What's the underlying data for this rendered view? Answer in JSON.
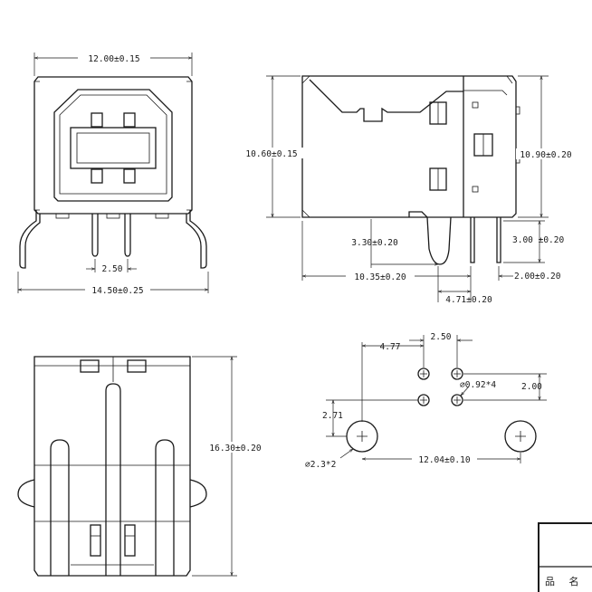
{
  "front_view": {
    "width_top": "12.00±0.15",
    "pin_pitch": "2.50",
    "width_bottom": "14.50±0.25"
  },
  "side_view": {
    "height_left": "10.60±0.15",
    "height_right": "10.90±0.20",
    "leg_length": "3.30±0.20",
    "pin_length": "3.00 ±0.20",
    "body_depth": "10.35±0.20",
    "pin_offset": "2.00±0.20",
    "leg_spacing": "4.71±0.20"
  },
  "bottom_view": {
    "length": "16.30±0.20"
  },
  "pcb_layout": {
    "offset_x": "4.77",
    "pitch_x": "2.50",
    "pitch_y": "2.00",
    "pin_hole": "∅0.92*4",
    "offset_y": "2.71",
    "boss_hole": "∅2.3*2",
    "boss_spacing": "12.04±0.10"
  },
  "title_block": {
    "name_label": "品 名"
  }
}
